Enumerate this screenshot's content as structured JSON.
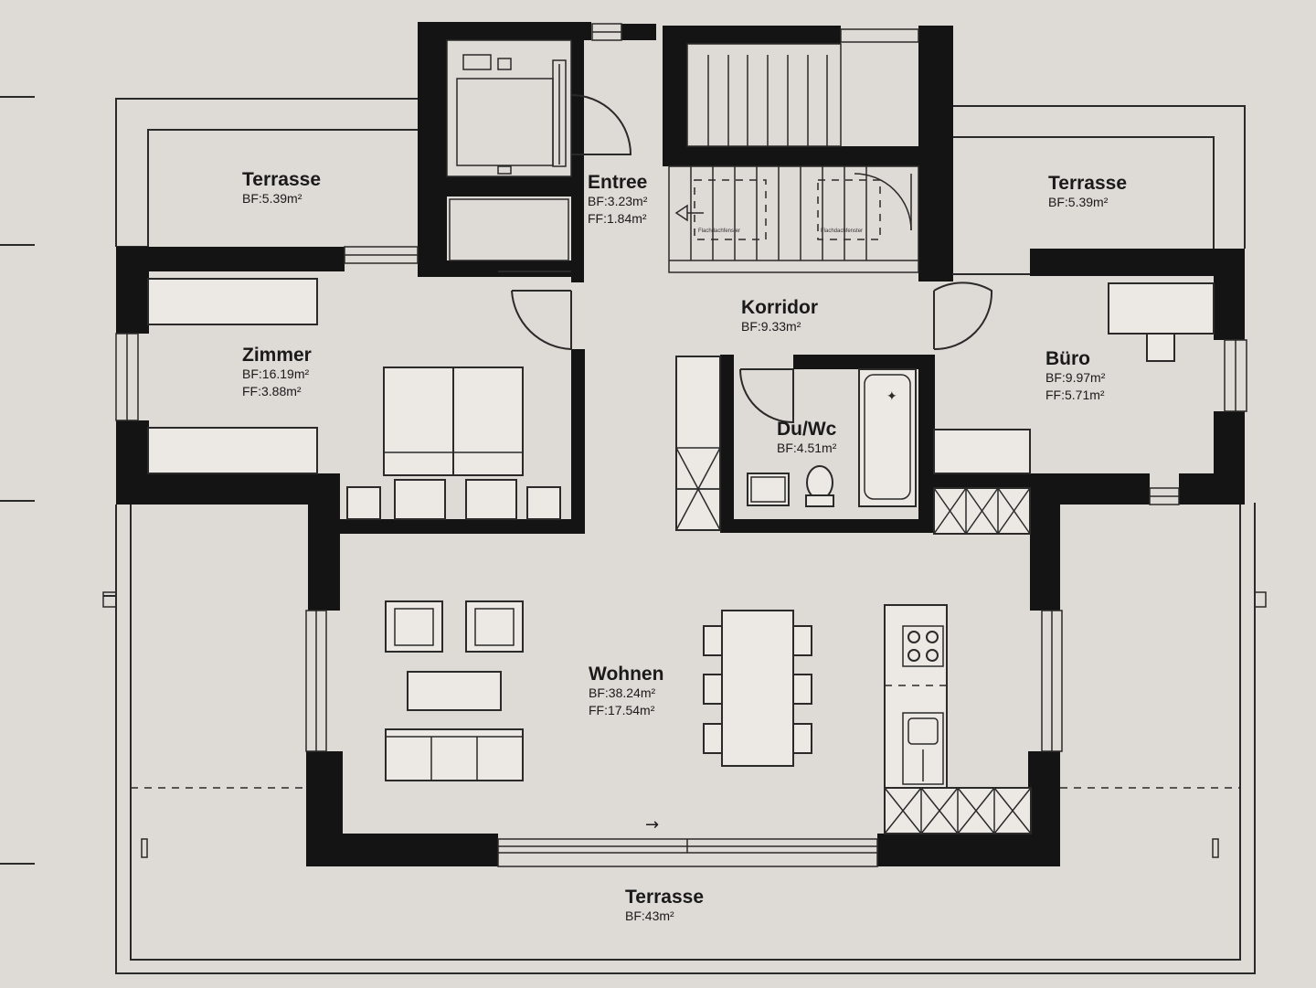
{
  "rooms": {
    "terrace_left": {
      "name": "Terrasse",
      "bf": "BF:5.39m²"
    },
    "terrace_right": {
      "name": "Terrasse",
      "bf": "BF:5.39m²"
    },
    "entree": {
      "name": "Entree",
      "bf": "BF:3.23m²",
      "ff": "FF:1.84m²"
    },
    "korridor": {
      "name": "Korridor",
      "bf": "BF:9.33m²"
    },
    "zimmer": {
      "name": "Zimmer",
      "bf": "BF:16.19m²",
      "ff": "FF:3.88m²"
    },
    "buero": {
      "name": "Büro",
      "bf": "BF:9.97m²",
      "ff": "FF:5.71m²"
    },
    "duwc": {
      "name": "Du/Wc",
      "bf": "BF:4.51m²"
    },
    "wohnen": {
      "name": "Wohnen",
      "bf": "BF:38.24m²",
      "ff": "FF:17.54m²"
    },
    "terrace_bottom": {
      "name": "Terrasse",
      "bf": "BF:43m²"
    }
  },
  "stair_labels": [
    "Flachdachfenster",
    "Flachdachfenster"
  ],
  "arrow_glyph": "→",
  "colors": {
    "paper": "#dedad6",
    "wall": "#141414",
    "line": "#2a2a2a"
  }
}
